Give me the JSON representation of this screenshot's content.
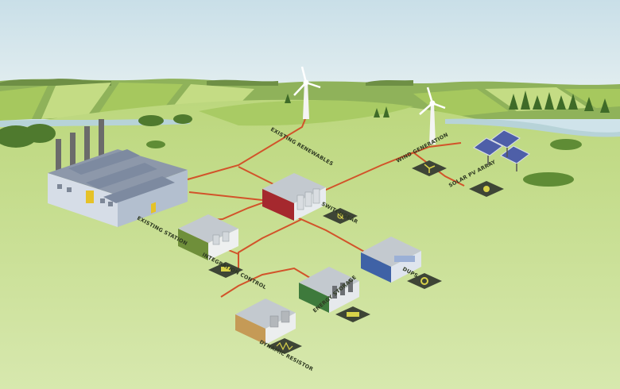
{
  "labels": {
    "existing_station": "EXISTING STATION",
    "existing_renewables": "EXISTING RENEWABLES",
    "wind_generation": "WIND GENERATION",
    "solar_pv_array": "SOLAR PV ARRAY",
    "switchgear": "SWITCHGEAR",
    "integration_control": "INTEGRATION CONTROL",
    "dups": "DUPS",
    "energy_storage": "ENERGY STORAGE",
    "dynamic_resistor": "DYNAMIC RESISTOR"
  },
  "icons": {
    "wind": "wind-turbine-icon",
    "solar": "sun-icon",
    "switchgear": "switch-icon",
    "control": "laptop-icon",
    "dups": "gear-icon",
    "storage": "battery-icon",
    "resistor": "resistor-icon"
  },
  "colors": {
    "sky": "#cfe3ea",
    "grass": "#b8d67a",
    "connection_line": "#d2532a",
    "switchgear_container": "#a5282e",
    "integration_container": "#6f8f3a",
    "dups_container": "#3f62a6",
    "storage_container": "#3e7a3c",
    "resistor_container": "#c59a56",
    "icon_tile": "#3e4536"
  }
}
